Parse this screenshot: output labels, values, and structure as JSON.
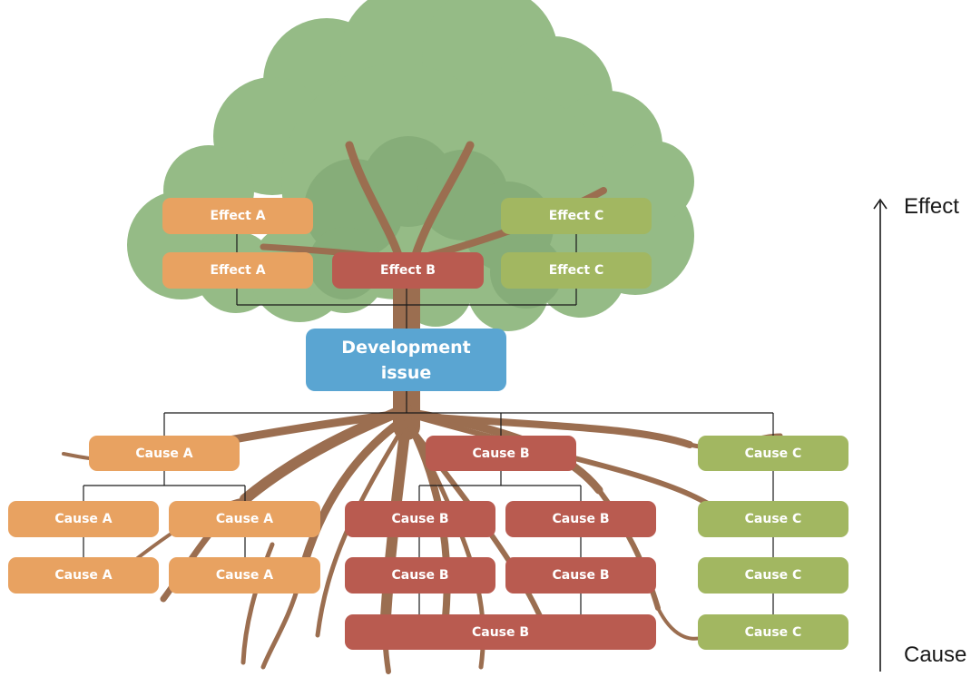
{
  "colors": {
    "canopy": "#95bb86",
    "canopy_dark": "#86ad79",
    "canopy_light": "#a7c898",
    "wood": "#9b6e50",
    "effect_a": "#e8a261",
    "effect_b": "#b95b50",
    "effect_c": "#a2b761",
    "core": "#5aa5d2",
    "cause_a": "#e8a261",
    "cause_b": "#b95b50",
    "cause_c": "#a2b761",
    "connector": "#1a1a1a"
  },
  "core_problem": {
    "label": "Development issue"
  },
  "effects": [
    {
      "id": "ea1",
      "label": "Effect A",
      "group": "a"
    },
    {
      "id": "ea2",
      "label": "Effect A",
      "group": "a"
    },
    {
      "id": "eb1",
      "label": "Effect B",
      "group": "b"
    },
    {
      "id": "ec1",
      "label": "Effect C",
      "group": "c"
    },
    {
      "id": "ec2",
      "label": "Effect C",
      "group": "c"
    }
  ],
  "causes": [
    {
      "id": "ca0",
      "label": "Cause A",
      "group": "a"
    },
    {
      "id": "ca1",
      "label": "Cause A",
      "group": "a"
    },
    {
      "id": "ca2",
      "label": "Cause A",
      "group": "a"
    },
    {
      "id": "ca3",
      "label": "Cause A",
      "group": "a"
    },
    {
      "id": "ca4",
      "label": "Cause A",
      "group": "a"
    },
    {
      "id": "cb0",
      "label": "Cause B",
      "group": "b"
    },
    {
      "id": "cb1",
      "label": "Cause B",
      "group": "b"
    },
    {
      "id": "cb2",
      "label": "Cause B",
      "group": "b"
    },
    {
      "id": "cb3",
      "label": "Cause B",
      "group": "b"
    },
    {
      "id": "cb4",
      "label": "Cause B",
      "group": "b"
    },
    {
      "id": "cb5",
      "label": "Cause B",
      "group": "b"
    },
    {
      "id": "cc0",
      "label": "Cause C",
      "group": "c"
    },
    {
      "id": "cc1",
      "label": "Cause C",
      "group": "c"
    },
    {
      "id": "cc2",
      "label": "Cause C",
      "group": "c"
    },
    {
      "id": "cc3",
      "label": "Cause C",
      "group": "c"
    }
  ],
  "axis": {
    "top_label": "Effect",
    "bottom_label": "Cause"
  }
}
